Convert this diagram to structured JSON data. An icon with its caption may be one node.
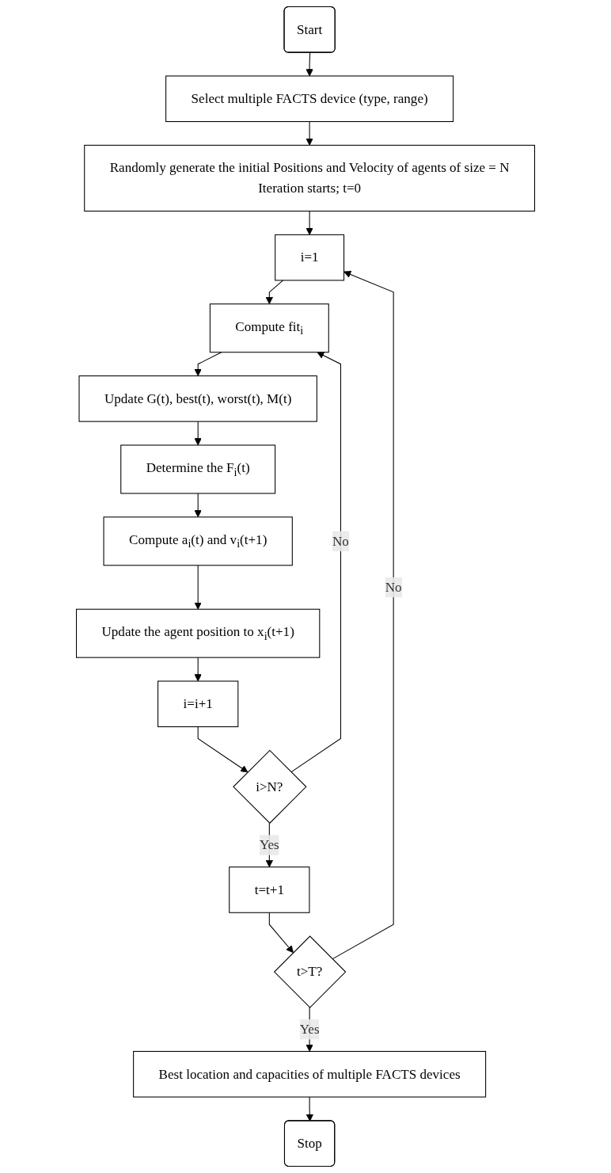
{
  "diagram": {
    "nodes": [
      {
        "text": [
          "Start"
        ]
      },
      {
        "text": [
          "Select multiple FACTS device (type, range)"
        ]
      },
      {
        "text": [
          "Randomly generate the initial Positions and Velocity of agents of size = N",
          "Iteration starts; t=0"
        ]
      },
      {
        "text": [
          "i=1"
        ]
      },
      {
        "text": [
          "Compute fit$_{i}$"
        ]
      },
      {
        "text": [
          "Update G(t), best(t), worst(t), M(t)"
        ]
      },
      {
        "text": [
          "Determine the F$_{i}$(t)"
        ]
      },
      {
        "text": [
          "Compute a$_{i}$(t) and v$_{i}$(t+1)"
        ]
      },
      {
        "text": [
          "Update the agent position to x$_{i}$(t+1)"
        ]
      },
      {
        "text": [
          "i=i+1"
        ]
      },
      {
        "text": [
          "i>N?"
        ]
      },
      {
        "text": [
          "t=t+1"
        ]
      },
      {
        "text": [
          "t>T?"
        ]
      },
      {
        "text": [
          "Best location and capacities of multiple FACTS devices"
        ]
      },
      {
        "text": [
          "Stop"
        ]
      }
    ],
    "edges": [
      {
        "from": 0,
        "to": 1,
        "arrow": "to"
      },
      {
        "from": 1,
        "to": 2,
        "arrow": "to"
      },
      {
        "from": 2,
        "to": 3,
        "arrow": "to"
      },
      {
        "from": 3,
        "to": 4,
        "arrow": "to"
      },
      {
        "from": 4,
        "to": 5,
        "arrow": "to"
      },
      {
        "from": 5,
        "to": 6,
        "arrow": "to"
      },
      {
        "from": 6,
        "to": 7,
        "arrow": "to"
      },
      {
        "from": 7,
        "to": 8,
        "arrow": "to"
      },
      {
        "from": 8,
        "to": 9,
        "arrow": "to"
      },
      {
        "from": 9,
        "to": 10,
        "arrow": "to"
      },
      {
        "from": 10,
        "to": 4,
        "arrow": "to",
        "label": "No"
      },
      {
        "from": 10,
        "to": 11,
        "arrow": "to",
        "label": "Yes"
      },
      {
        "from": 11,
        "to": 12,
        "arrow": "to"
      },
      {
        "from": 12,
        "to": 3,
        "arrow": "to",
        "label": "No"
      },
      {
        "from": 12,
        "to": 13,
        "arrow": "to",
        "label": "Yes"
      },
      {
        "from": 13,
        "to": 14,
        "arrow": "to"
      }
    ]
  }
}
